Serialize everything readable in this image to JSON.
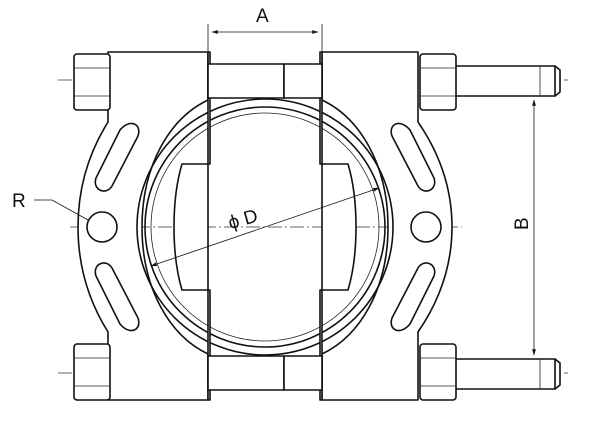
{
  "labels": {
    "dim_a": "A",
    "dim_b": "B",
    "dim_d": "ϕ D",
    "dim_r": "R"
  }
}
